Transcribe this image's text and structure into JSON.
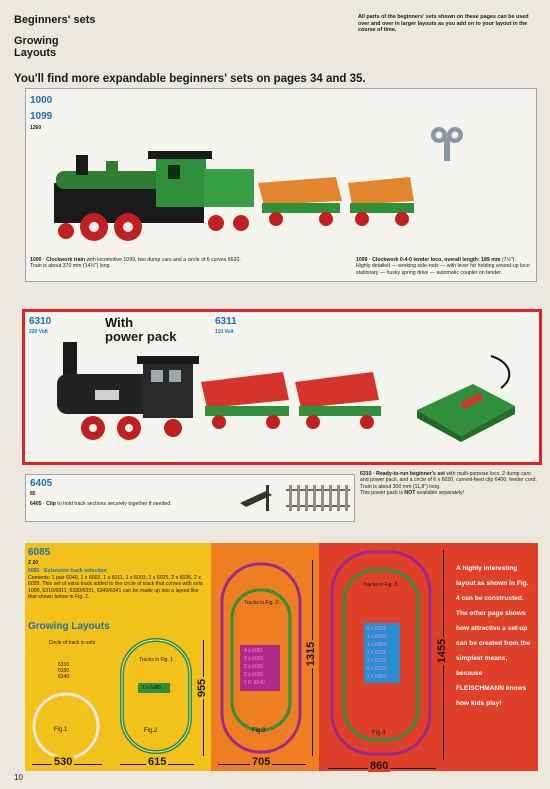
{
  "header": {
    "title": "Beginners' sets",
    "subtitle_1": "Growing",
    "subtitle_2": "Layouts",
    "note": "All parts of the beginners' sets shown on these pages can be used over and over in larger layouts as you add on to your layout in the course of time.",
    "headline": "You'll find more expandable beginners' sets on pages 34 and 35."
  },
  "set1": {
    "code_a": "1000",
    "code_b": "1099",
    "code_c": "1260",
    "desc_left_bold": "1000 · Clockwork train",
    "desc_left": " with locomotive 1099, two dump cars and a circle of 6 curves 6620. Train is about 370 mm (14½\") long.",
    "desc_right_bold": "1099 · Clockwork 0-4-0 tender loco, overall length: 189 mm",
    "desc_right": " (7½\"). Highly detailed — working side-rods — with lever for holding wound-up loco stationary — husky spring drive — automatic coupler on tender."
  },
  "set2": {
    "code_a": "6310",
    "volt_a": "220 Volt",
    "title_1": "With",
    "title_2": "power pack",
    "code_b": "6311",
    "volt_b": "110 Volt",
    "desc_bold": "6310 · Ready-to-run beginner's set",
    "desc": " with multi-purpose loco, 2 dump cars and power pack, and a circle of 6 x 6020, current-feed clip 6400, feeder cord. Train is about 300 mm (11,8\") long.",
    "desc_end_a": "This power pack is ",
    "desc_end_b": "NOT",
    "desc_end_c": " available separately!"
  },
  "clip": {
    "code": "6405",
    "sub": "85",
    "desc_bold": "6405 · Clip",
    "desc": " to hold track sections securely together if needed."
  },
  "extension": {
    "code": "6085",
    "sub": "Z 20",
    "title": "6085 · Extension track selection",
    "body": "Contents: 1 pair 6040, 1 x 6002, 1 x 6011, 1 x 6003, 2 x 6025, 2 x 6026, 2 x 6020. This set of extra track added to the circle of track that comes with sets 1000, 6310/6311, 6330/6331, 6340/6341 can be made up into a layout like that shown below in Fig. 2.",
    "growing": "Growing Layouts"
  },
  "figures": {
    "fig1": {
      "label": "Fig.1",
      "circle_title": "Circle of track in sets",
      "sets": [
        "6310",
        "6330",
        "6340"
      ],
      "dim_w": "530"
    },
    "fig2": {
      "label": "Fig.2",
      "tracks": "Tracks in Fig. 1",
      "extra": "1 x 6085",
      "dim_w": "615",
      "dim_h": "955"
    },
    "fig3": {
      "label": "Fig.3",
      "tracks": "Tracks in Fig. 2",
      "items": [
        "4 x 6001",
        "3 x 6003",
        "2 x 6020",
        "2 x 6025",
        "1 P. 6040"
      ],
      "dim_w": "705",
      "dim_h": "1315"
    },
    "fig4": {
      "label": "Fig.4",
      "tracks": "Tracks in Fig. 3",
      "items": [
        "6 x 6001",
        "1 x 6003",
        "1 x 6004",
        "3 x 6011",
        "2 x 5016",
        "6 x 6025",
        "2 x 6063"
      ],
      "dim_w": "860",
      "dim_h": "1455"
    }
  },
  "side_text": "A highly interesting layout as shown in Fig. 4 can be constructed. The other page shows how attractive a set-up can be created from the simplest means, because FLEISCHMANN knows how kids play!",
  "page_number": "10",
  "colors": {
    "accent_blue": "#1e6fb4",
    "red": "#d8262b",
    "yellow": "#f2c21a",
    "orange": "#ef7d22",
    "red_panel": "#e0402a"
  }
}
